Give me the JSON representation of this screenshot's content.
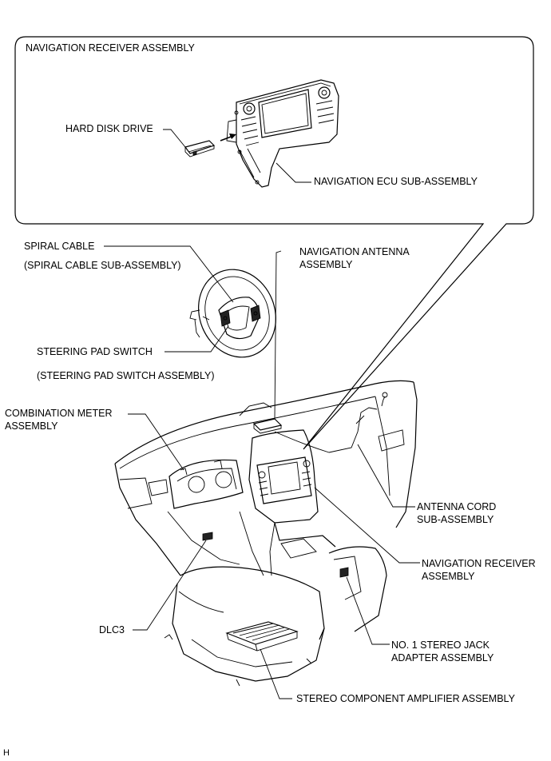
{
  "callout_title": "NAVIGATION RECEIVER ASSEMBLY",
  "labels": {
    "hard_disk_drive": "HARD DISK DRIVE",
    "navigation_ecu": "NAVIGATION ECU SUB-ASSEMBLY",
    "spiral_cable": "SPIRAL CABLE",
    "spiral_cable_sub": "(SPIRAL CABLE SUB-ASSEMBLY)",
    "navigation_antenna_1": "NAVIGATION ANTENNA",
    "navigation_antenna_2": "ASSEMBLY",
    "steering_pad_switch": "STEERING PAD SWITCH",
    "steering_pad_switch_sub": "(STEERING PAD SWITCH ASSEMBLY)",
    "combination_meter_1": "COMBINATION METER",
    "combination_meter_2": "ASSEMBLY",
    "antenna_cord_1": "ANTENNA CORD",
    "antenna_cord_2": "SUB-ASSEMBLY",
    "nav_receiver_1": "NAVIGATION RECEIVER",
    "nav_receiver_2": "ASSEMBLY",
    "dlc3": "DLC3",
    "stereo_jack_1": "NO. 1 STEREO JACK",
    "stereo_jack_2": "ADAPTER ASSEMBLY",
    "amplifier": "STEREO COMPONENT AMPLIFIER ASSEMBLY"
  },
  "figure_code": "H"
}
